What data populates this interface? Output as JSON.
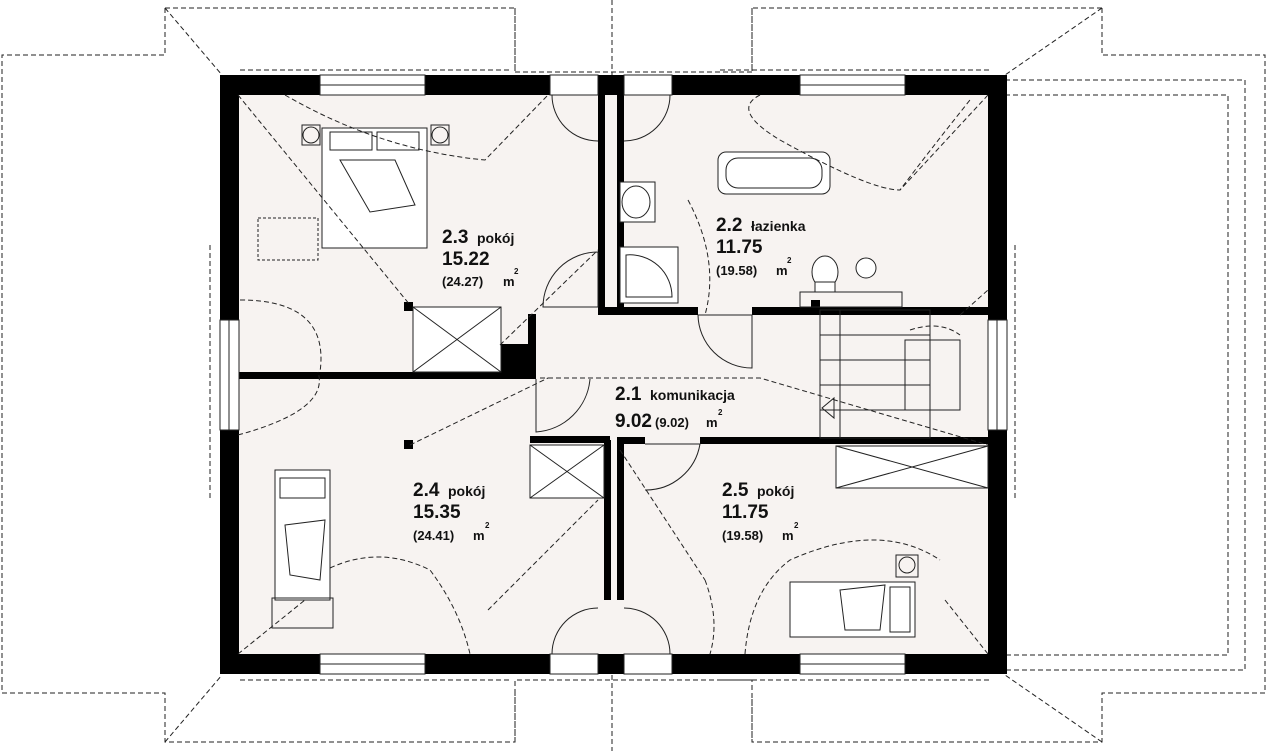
{
  "rooms": {
    "r21": {
      "number": "2.1",
      "name": "komunikacja",
      "area": "9.02",
      "area_gross": "(9.02)",
      "unit": "m",
      "unit_exp": "2"
    },
    "r22": {
      "number": "2.2",
      "name": "łazienka",
      "area": "11.75",
      "area_gross": "(19.58)",
      "unit": "m",
      "unit_exp": "2"
    },
    "r23": {
      "number": "2.3",
      "name": "pokój",
      "area": "15.22",
      "area_gross": "(24.27)",
      "unit": "m",
      "unit_exp": "2"
    },
    "r24": {
      "number": "2.4",
      "name": "pokój",
      "area": "15.35",
      "area_gross": "(24.41)",
      "unit": "m",
      "unit_exp": "2"
    },
    "r25": {
      "number": "2.5",
      "name": "pokój",
      "area": "11.75",
      "area_gross": "(19.58)",
      "unit": "m",
      "unit_exp": "2"
    }
  },
  "colors": {
    "wall": "#000000",
    "floor": "#f7f3f1",
    "line": "#222222"
  }
}
